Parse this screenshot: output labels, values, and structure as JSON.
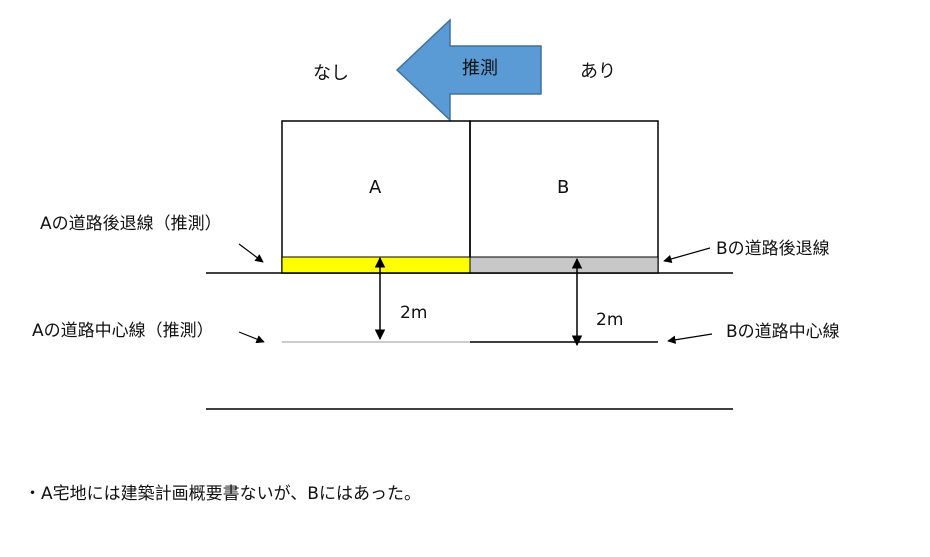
{
  "labels": {
    "none": "なし",
    "exists": "あり",
    "arrow": "推測",
    "lot_a": "A",
    "lot_b": "B",
    "a_setback": "Aの道路後退線（推測）",
    "b_setback": "Bの道路後退線",
    "a_center": "Aの道路中心線（推測）",
    "b_center": "Bの道路中心線",
    "dist_a": "2m",
    "dist_b": "2m"
  },
  "note": "・A宅地には建築計画概要書ないが、Bにはあった。",
  "colors": {
    "arrow_fill": "#5b9bd5",
    "arrow_stroke": "#41719c",
    "a_setback_fill": "#ffff00",
    "b_setback_fill": "#c8c8c8",
    "line": "#000000"
  }
}
